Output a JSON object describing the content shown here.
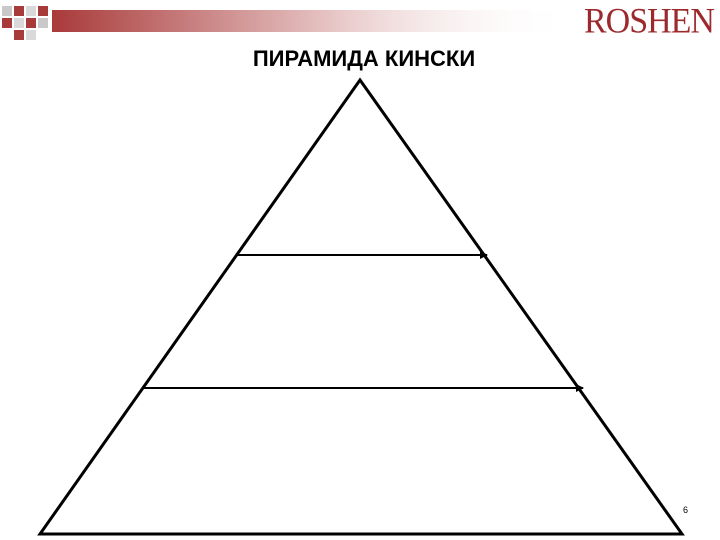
{
  "slide": {
    "title": "ПИРАМИДА КИНСКИ",
    "logo_text": "ROSHEN",
    "page_number": "6"
  },
  "colors": {
    "brand_red": "#9c2a2d",
    "header_gradient_start": "#a93a3a",
    "header_gradient_end": "#ffffff",
    "outline": "#000000"
  },
  "diagram": {
    "type": "pyramid",
    "levels": 3,
    "level_labels": [
      "",
      "",
      ""
    ],
    "divider_style": "arrow"
  }
}
